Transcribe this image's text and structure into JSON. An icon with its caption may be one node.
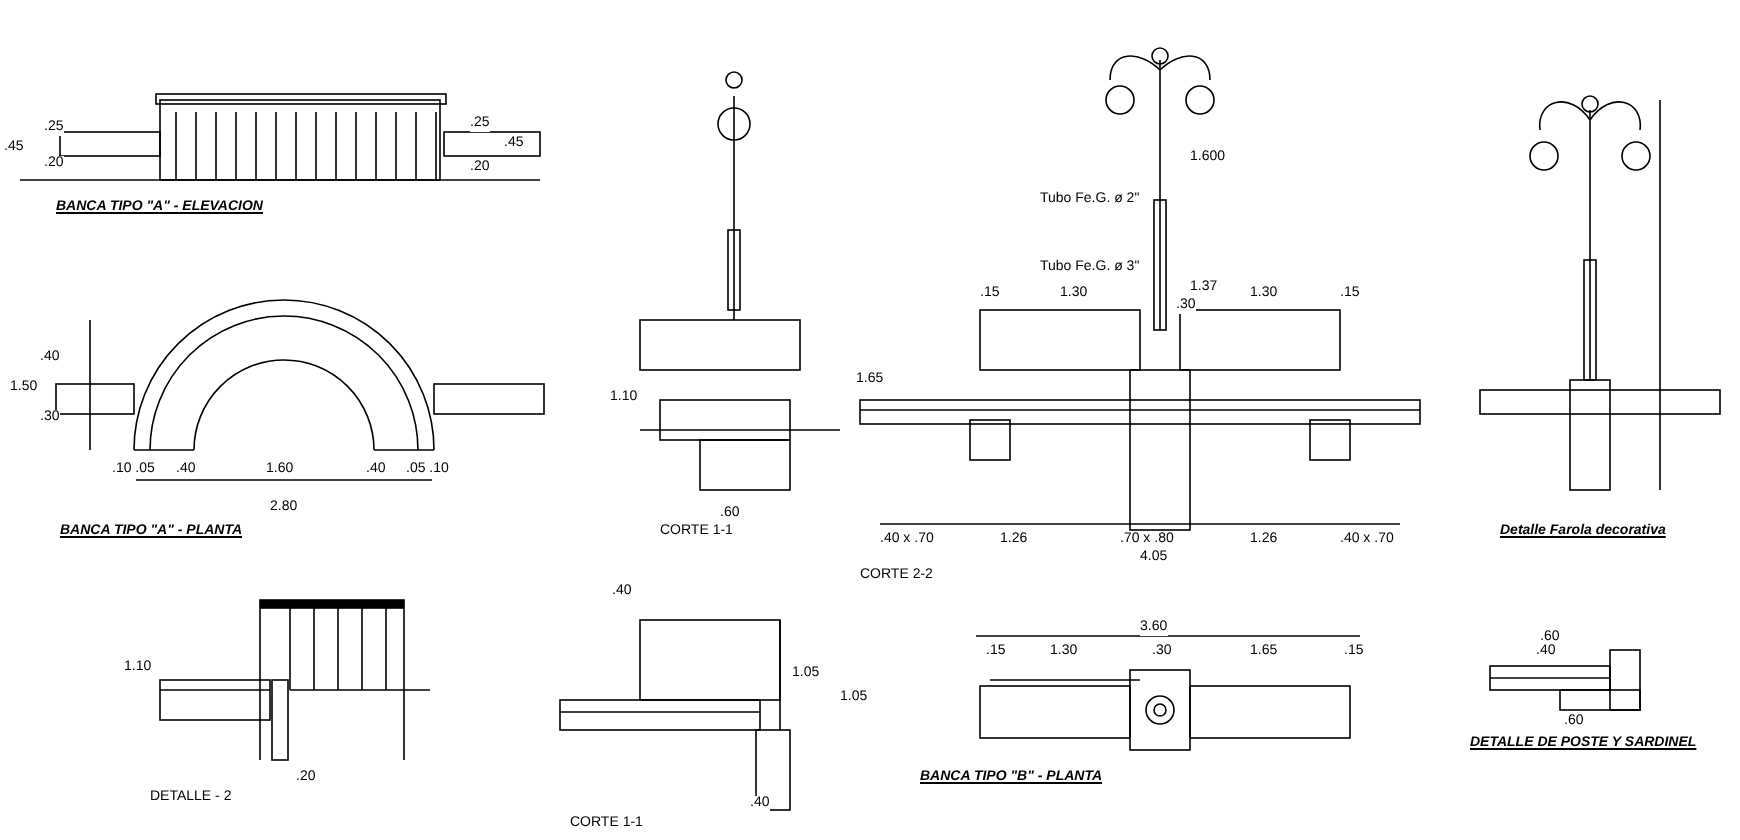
{
  "diagram": {
    "labels": [
      ".45",
      ".25",
      ".20",
      ".25",
      ".20",
      ".45",
      "BANCA TIPO \"A\" - ELEVACION",
      "1.50",
      ".40",
      ".30",
      ".10 .05",
      ".40",
      "1.60",
      ".40",
      ".05 .10",
      "2.80",
      "BANCA TIPO \"A\" - PLANTA",
      "1.10",
      ".60",
      "CORTE 1-1",
      ".15",
      "1.30",
      ".30",
      "1.30",
      ".15",
      "1.65",
      "1.37",
      "1.600",
      "Tubo Fe.G. ø 2\"",
      "Tubo Fe.G. ø 3\"",
      ".40 x .70",
      "1.26",
      ".70 x .80",
      "1.26",
      ".40 x .70",
      "4.05",
      "CORTE 2-2",
      "Detalle Farola decorativa",
      "1.10",
      ".20",
      "DETALLE - 2",
      ".40",
      "1.05",
      "1.05",
      ".40",
      "CORTE 1-1",
      "3.60",
      ".15",
      "1.30",
      ".30",
      "1.65",
      ".15",
      "BANCA TIPO \"B\" - PLANTA",
      ".60",
      ".40",
      ".60",
      "DETALLE DE POSTE Y SARDINEL"
    ]
  }
}
